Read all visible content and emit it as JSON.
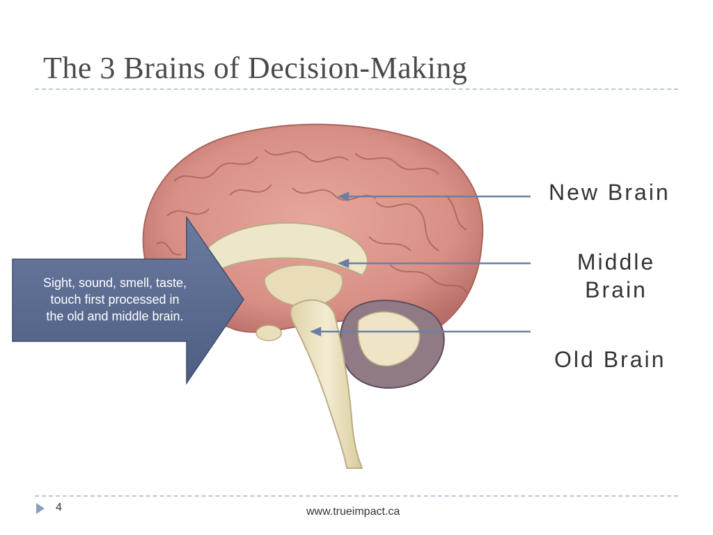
{
  "slide": {
    "title": "The 3 Brains of Decision-Making",
    "page_number": "4",
    "footer_url": "www.trueimpact.ca"
  },
  "labels": {
    "new_brain": "New Brain",
    "middle_brain_line1": "Middle",
    "middle_brain_line2": "Brain",
    "old_brain": "Old Brain"
  },
  "callout": {
    "line1": "Sight, sound, smell, taste,",
    "line2": "touch first processed in",
    "line3": "the old and middle brain."
  },
  "colors": {
    "title": "#4a4a4a",
    "rule": "#b8c7d6",
    "callout_fill": "#5a6a8e",
    "pointer_line": "#6b7fa6",
    "cortex": "#d88f86",
    "brainstem": "#efe6c4",
    "cerebellum": "#8f7a86"
  },
  "icons": {
    "bullet": "triangle-right-icon"
  }
}
